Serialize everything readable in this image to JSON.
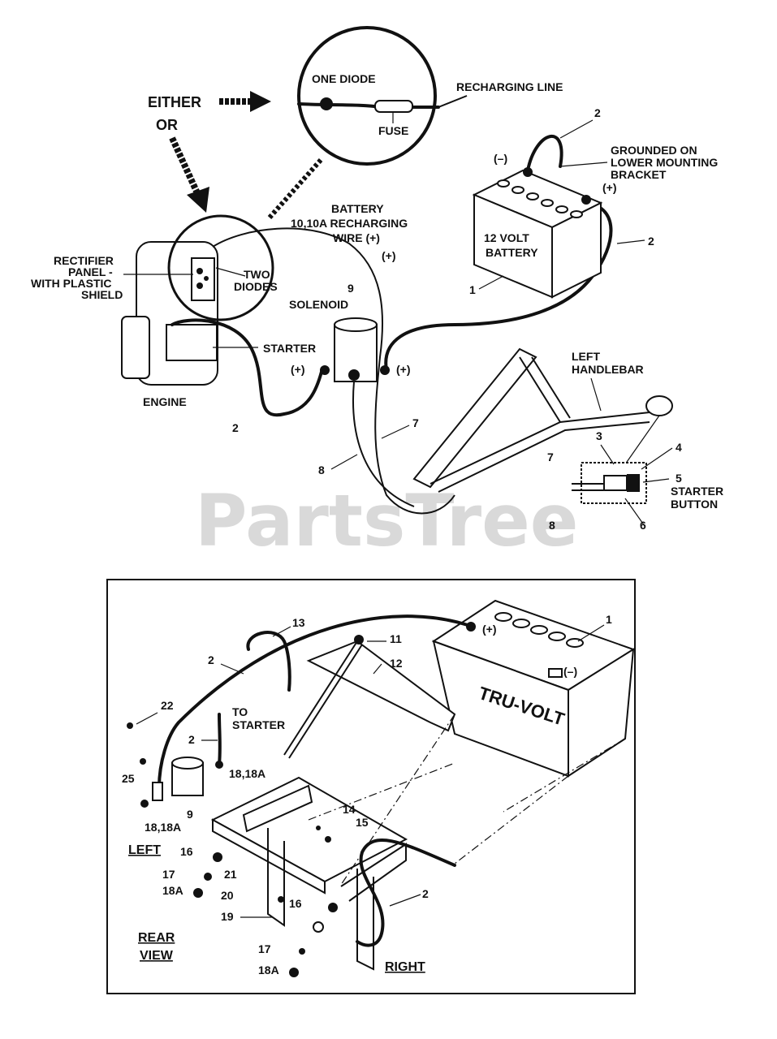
{
  "watermark": "PartsTree",
  "top": {
    "either": "EITHER",
    "or": "OR",
    "one_diode": "ONE DIODE",
    "fuse": "FUSE",
    "recharging_line": "RECHARGING LINE",
    "rectifier_1": "RECTIFIER",
    "rectifier_2": "PANEL -",
    "rectifier_3": "WITH PLASTIC",
    "rectifier_4": "SHIELD",
    "two_diodes_1": "TWO",
    "two_diodes_2": "DIODES",
    "battery_wire_1": "BATTERY",
    "battery_wire_2": "10,10A  RECHARGING",
    "battery_wire_3": "WIRE (+)",
    "plus_mark": "(+)",
    "solenoid_num": "9",
    "solenoid": "SOLENOID",
    "starter": "STARTER",
    "engine": "ENGINE",
    "plus_left": "(+)",
    "plus_right": "(+)",
    "minus": "(–)",
    "plus_batt": "(+)",
    "grounded_1": "GROUNDED ON",
    "grounded_2": "LOWER MOUNTING",
    "grounded_3": "BRACKET",
    "battery_1": "12 VOLT",
    "battery_2": "BATTERY",
    "left_handlebar_1": "LEFT",
    "left_handlebar_2": "HANDLEBAR",
    "starter_button_1": "STARTER",
    "starter_button_2": "BUTTON",
    "n_2a": "2",
    "n_2b": "2",
    "n_2c": "2",
    "n_1": "1",
    "n_7a": "7",
    "n_7b": "7",
    "n_8a": "8",
    "n_8b": "8",
    "n_3": "3",
    "n_4": "4",
    "n_5": "5",
    "n_6": "6"
  },
  "bottom": {
    "n_1": "1",
    "n_2a": "2",
    "n_2b": "2",
    "n_2c": "2",
    "n_9": "9",
    "n_11": "11",
    "n_12": "12",
    "n_13": "13",
    "n_14": "14",
    "n_15": "15",
    "n_16a": "16",
    "n_16b": "16",
    "n_17a": "17",
    "n_17b": "17",
    "n_18a": "18,18A",
    "n_18b": "18,18A",
    "n_18c": "18A",
    "n_18d": "18A",
    "n_19": "19",
    "n_20": "20",
    "n_21": "21",
    "n_22": "22",
    "n_25": "25",
    "to_starter_1": "TO",
    "to_starter_2": "STARTER",
    "left": "LEFT",
    "right": "RIGHT",
    "rear_1": "REAR",
    "rear_2": "VIEW",
    "plus": "(+)",
    "minus": "(–)",
    "battery_brand": "TRU-VOLT"
  }
}
